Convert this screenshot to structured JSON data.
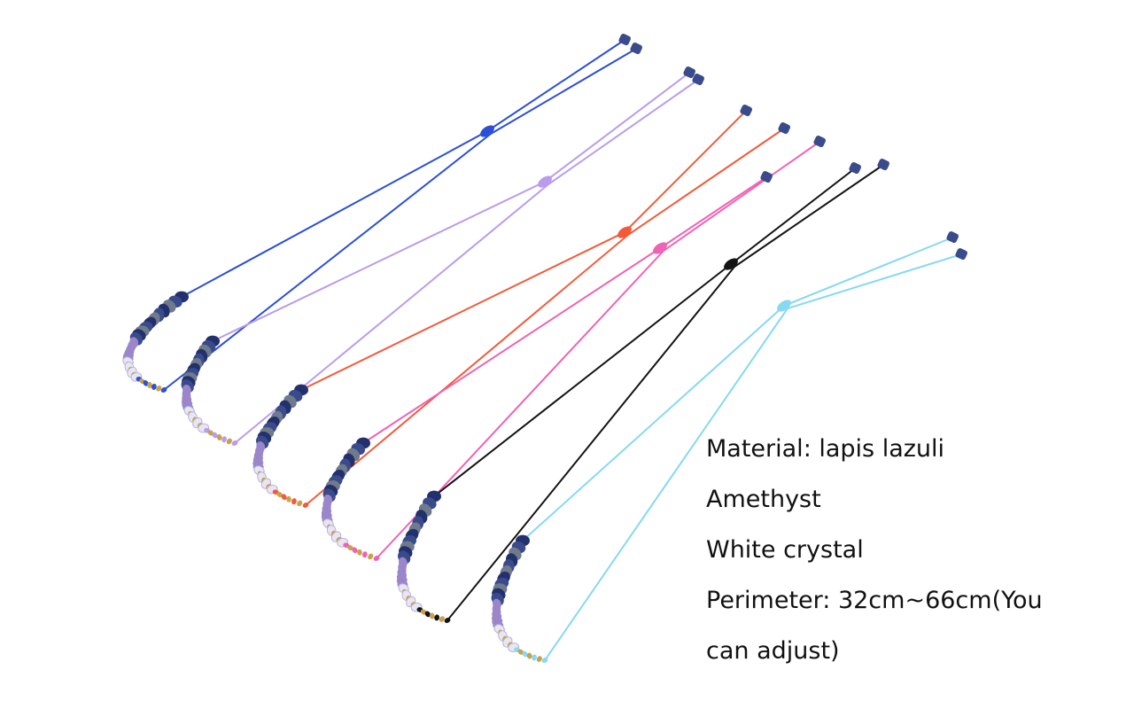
{
  "product": {
    "necklaces": [
      {
        "cord_color": "#2b4fd6",
        "name": "blue"
      },
      {
        "cord_color": "#b99ceb",
        "name": "lavender"
      },
      {
        "cord_color": "#f45a3a",
        "name": "orange"
      },
      {
        "cord_color": "#f062b4",
        "name": "pink"
      },
      {
        "cord_color": "#141414",
        "name": "black"
      },
      {
        "cord_color": "#86d9f2",
        "name": "light-blue"
      }
    ],
    "stone_colors": [
      "#23306e",
      "#3a4b8c",
      "#6f7a8a",
      "#9a86c8",
      "#e8e6f4",
      "#c9a24a"
    ]
  },
  "specs": {
    "line1": "Material:  lapis lazuli",
    "line2": "Amethyst",
    "line3": "White crystal",
    "line4": "Perimeter: 32cm~66cm(You",
    "line5": "can adjust)"
  }
}
